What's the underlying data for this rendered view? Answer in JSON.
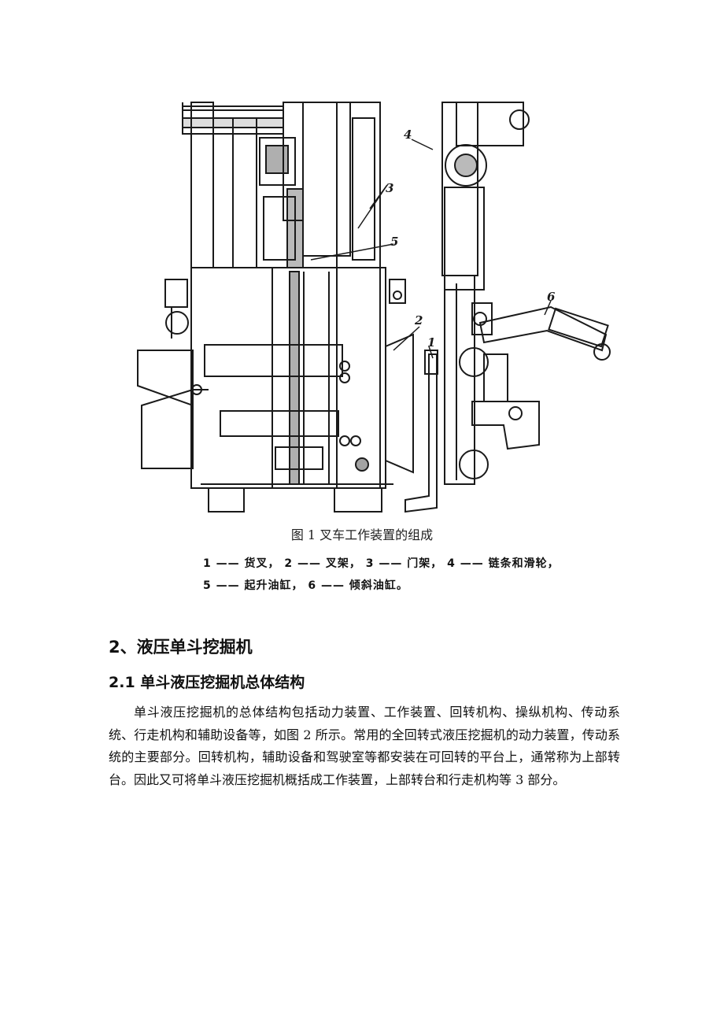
{
  "figure": {
    "callouts": [
      "1",
      "2",
      "3",
      "4",
      "5",
      "6"
    ],
    "caption": "图 1  叉车工作装置的组成",
    "legend_line1": "1 —— 货叉， 2 —— 叉架， 3 —— 门架， 4 —— 链条和滑轮，",
    "legend_line2": "5 —— 起升油缸， 6 —— 倾斜油缸。"
  },
  "section": {
    "heading": "2、液压单斗挖掘机",
    "subheading": "2.1 单斗液压挖掘机总体结构",
    "paragraph": "单斗液压挖掘机的总体结构包括动力装置、工作装置、回转机构、操纵机构、传动系统、行走机构和辅助设备等，如图 2 所示。常用的全回转式液压挖掘机的动力装置，传动系统的主要部分。回转机构，辅助设备和驾驶室等都安装在可回转的平台上，通常称为上部转台。因此又可将单斗液压挖掘机概括成工作装置，上部转台和行走机构等 3 部分。"
  }
}
